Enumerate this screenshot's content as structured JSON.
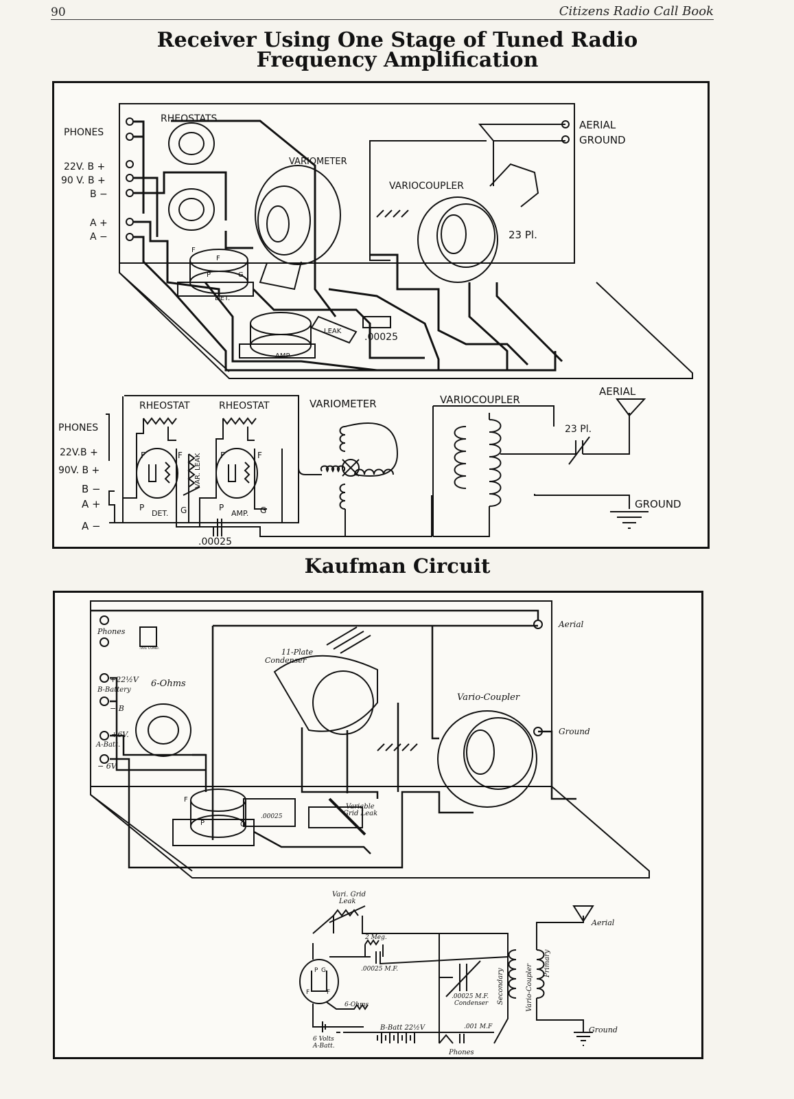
{
  "header": {
    "page_number": "90",
    "book_title": "Citizens Radio Call Book"
  },
  "section1": {
    "title_line1": "Receiver Using One Stage of Tuned Radio",
    "title_line2": "Frequency Amplification",
    "pictorial": {
      "terminals": [
        "PHONES",
        "22V. B +",
        "90 V. B +",
        "B −",
        "A +",
        "A −"
      ],
      "rheostats": "RHEOSTATS",
      "variometer": "VARIOMETER",
      "variocoupler": "VARIOCOUPLER",
      "aerial": "AERIAL",
      "ground": "GROUND",
      "condenser": "23 Pl.",
      "det": "DET.",
      "amp": "AMP.",
      "leak": "LEAK",
      "grid_cond": ".00025",
      "pins": [
        "F",
        "F",
        "P",
        "G"
      ]
    },
    "schematic": {
      "terminals": [
        "PHONES",
        "22V.B +",
        "90V. B +",
        "B −",
        "A +",
        "A −"
      ],
      "rheostat1": "RHEOSTAT",
      "rheostat2": "RHEOSTAT",
      "variometer": "VARIOMETER",
      "variocoupler": "VARIOCOUPLER",
      "aerial": "AERIAL",
      "ground": "GROUND",
      "condenser": "23 Pl.",
      "det": "DET.",
      "amp": "AMP.",
      "var_leak": "VAR. LEAK",
      "grid_cond": ".00025",
      "pin_f": "F",
      "pin_p": "P",
      "pin_g": "G"
    }
  },
  "section2": {
    "title": "Kaufman Circuit",
    "pictorial": {
      "phones": "Phones",
      "b_plus": "+22½V",
      "b_battery": "B-Battery",
      "b_minus": "− B",
      "a_plus": "+6V.",
      "a_batt": "A-Batt.",
      "a_minus": "− 6V.",
      "ohms": "6-Ohms",
      "plate_cond": "11-Plate",
      "plate_cond2": "Condenser",
      "vario": "Vario-Coupler",
      "aerial": "Aerial",
      "ground": "Ground",
      "grid_leak": "Variable",
      "grid_leak2": "Grid Leak",
      "grid_cond": ".00025",
      "oo_cond": ".001 COND.",
      "pin_f": "F",
      "pin_p": "P",
      "pin_g": "G"
    },
    "schematic": {
      "grid_leak": "Vari. Grid",
      "grid_leak2": "Leak",
      "meg": "2 Meg.",
      "grid_cond": ".00025 M.F.",
      "tuning_cond": ".00025 M.F.",
      "tuning_cond2": "Condenser",
      "secondary": "Secondary",
      "vario": "Vario-Coupler",
      "primary": "Primary",
      "aerial": "Aerial",
      "ground": "Ground",
      "ohms": "6-Ohms",
      "a_batt": "6 Volts",
      "a_batt2": "A-Batt.",
      "b_batt": "B-Batt 22½V",
      "phones_cond": ".001 M.F",
      "phones": "Phones",
      "tube_p": "P",
      "tube_g": "G",
      "tube_f": "F",
      "tube_f2": "F"
    }
  }
}
